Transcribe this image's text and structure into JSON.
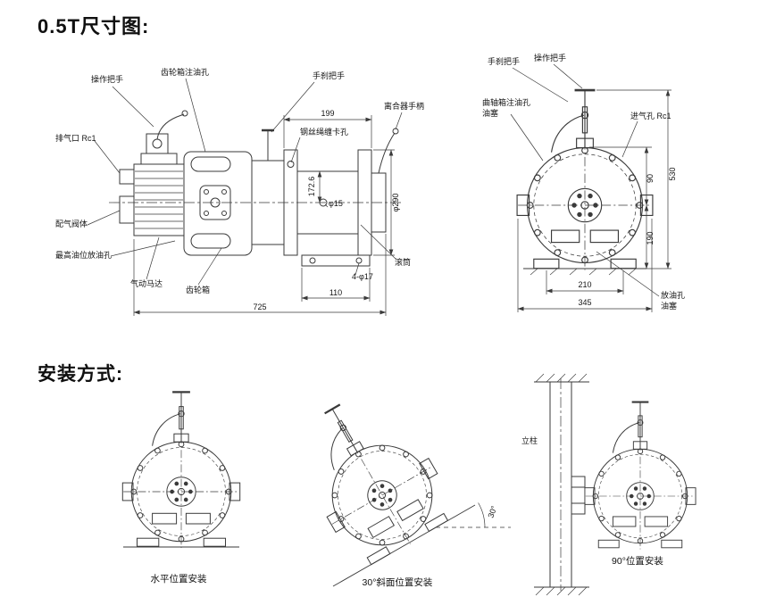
{
  "titles": {
    "dimension": "0.5T尺寸图:",
    "install": "安装方式:"
  },
  "colors": {
    "line": "#3a3a3a",
    "text": "#151515",
    "background": "#ffffff"
  },
  "side_view": {
    "operating_handle": "操作把手",
    "gearbox_oil_fill_hole": "齿轮箱注油孔",
    "hand_brake_handle": "手刹把手",
    "clutch_handle": "离合器手柄",
    "wire_rope_clamp_hole": "钢丝绳缠卡孔",
    "exhaust_port": "排气口 Rc1",
    "air_valve_body": "配气阀体",
    "max_oil_level_drain_hole": "最高油位放油孔",
    "air_motor": "气动马达",
    "gearbox": "齿轮箱",
    "drum": "滚筒",
    "dim_199": "199",
    "dim_172_6": "172.6",
    "dim_phi15": "φ15",
    "dim_phi290": "φ290",
    "dim_4_phi17": "4-φ17",
    "dim_110": "110",
    "dim_725": "725"
  },
  "front_view": {
    "hand_brake_handle": "手刹把手",
    "operating_handle": "操作把手",
    "crankcase_oil_fill_hole": "曲轴箱注油孔",
    "oil_fill_plug": "油塞",
    "air_inlet": "进气孔 Rc1",
    "drain_hole": "放油孔",
    "drain_plug": "油塞",
    "dim_90": "90",
    "dim_530": "530",
    "dim_190": "190",
    "dim_210": "210",
    "dim_345": "345"
  },
  "install_views": {
    "horizontal_caption": "水平位置安装",
    "incline_caption": "30°斜面位置安装",
    "vertical_caption": "90°位置安装",
    "column_label": "立柱",
    "angle_label": "30°"
  }
}
